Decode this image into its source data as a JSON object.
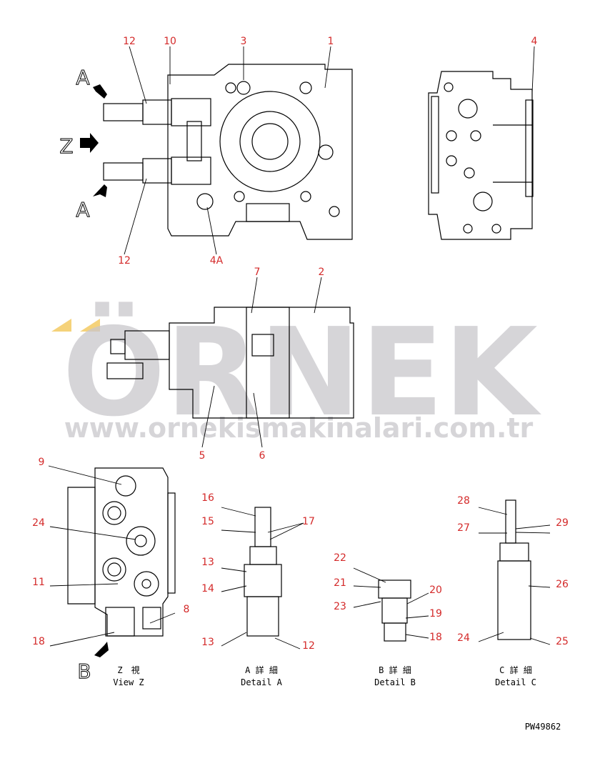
{
  "drawing_number": "PW49862",
  "watermark": {
    "brand": "ÖRNEK",
    "url": "www.ornekismakinalari.com.tr",
    "color": "#c9c7cc",
    "accent": "#f5d27a"
  },
  "label_color": "#d42a2a",
  "view_letters": {
    "a_top": "A",
    "z": "Z",
    "a_bottom": "A",
    "b": "B"
  },
  "top_view": {
    "labels": [
      "12",
      "10",
      "3",
      "1",
      "4",
      "12",
      "4A"
    ]
  },
  "side_view": {
    "labels": [
      "7",
      "2",
      "5",
      "6"
    ]
  },
  "view_z": {
    "labels": [
      "9",
      "24",
      "11",
      "8",
      "18"
    ],
    "caption_jp": "Z　視",
    "caption_en": "View Z"
  },
  "detail_a": {
    "labels": [
      "16",
      "15",
      "17",
      "13",
      "14",
      "13",
      "12"
    ],
    "caption_jp": "A 詳 細",
    "caption_en": "Detail A"
  },
  "detail_b": {
    "labels": [
      "22",
      "21",
      "20",
      "23",
      "19",
      "18"
    ],
    "caption_jp": "B 詳 細",
    "caption_en": "Detail B"
  },
  "detail_c": {
    "labels": [
      "28",
      "27",
      "29",
      "26",
      "24",
      "25"
    ],
    "caption_jp": "C 詳 細",
    "caption_en": "Detail C"
  }
}
